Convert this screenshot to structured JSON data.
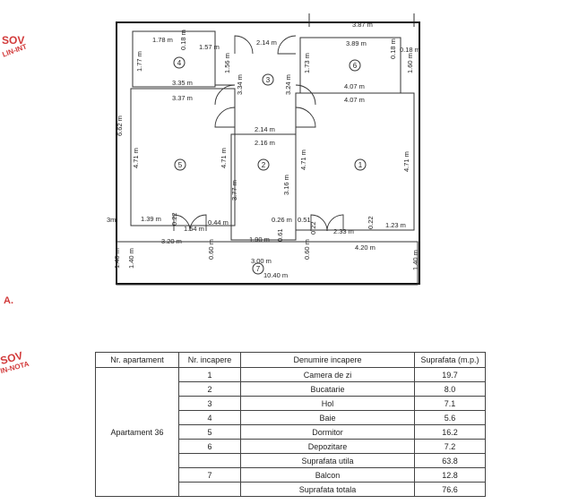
{
  "stamp": {
    "line1": "SOV",
    "line2": "LIN-INT",
    "line3": "A.",
    "line4": "SOV",
    "line5": "IN-NOTA"
  },
  "plan": {
    "rooms": [
      "1",
      "2",
      "3",
      "4",
      "5",
      "6",
      "7"
    ],
    "dims": {
      "top_right": "3.87 m",
      "r4_width": "1.78 m",
      "r4_inner": "1.57 m",
      "r4_small": "0.18 m",
      "r4_height": "1.77 m",
      "r4_door": "1.56 m",
      "hall_top": "2.14 m",
      "r6_width": "3.89 m",
      "r6_small": "0.18 m",
      "r6_small2": "0.18 m",
      "r6_right": "1.60 m",
      "r6_left": "1.73 m",
      "mid_left": "3.35 m",
      "mid_left2": "3.37 m",
      "hall_v1": "3.34 m",
      "hall_v2": "3.24 m",
      "mid_right": "4.07 m",
      "mid_right2": "4.07 m",
      "overall_h": "6.62 m",
      "hall_mid": "2.14 m",
      "r2_width": "2.16 m",
      "r5_h": "4.71 m",
      "r5_h2": "4.71 m",
      "r2_h": "3.77 m",
      "r2_h2": "3.16 m",
      "r1_h": "4.71 m",
      "r1_h2": "4.71 m",
      "left_m": "3m",
      "r5_bottom": "1.39 m",
      "d022a": "0.22",
      "d154": "1.54 m",
      "d044": "0.44 m",
      "d026": "0.26 m",
      "d051": "0.51",
      "d022b": "0.22",
      "d233": "2.33 m",
      "d022c": "0.22",
      "r1_bottom": "1.23 m",
      "bal_left": "3.20 m",
      "d061": "0.61",
      "r2_bottom": "1.90 m",
      "bal_right": "4.20 m",
      "v140a": "1.40 m",
      "v140b": "1.40 m",
      "v060a": "0.60 m",
      "v060b": "0.60 m",
      "v140c": "1.40 m",
      "bal_small": "3.00 m",
      "total_w": "10.40 m"
    }
  },
  "table": {
    "headers": [
      "Nr. apartament",
      "Nr. incapere",
      "Denumire incapere",
      "Suprafata (m.p.)"
    ],
    "apartment": "Apartament 36",
    "rows": [
      {
        "nr": "1",
        "name": "Camera de zi",
        "area": "19.7"
      },
      {
        "nr": "2",
        "name": "Bucatarie",
        "area": "8.0"
      },
      {
        "nr": "3",
        "name": "Hol",
        "area": "7.1"
      },
      {
        "nr": "4",
        "name": "Baie",
        "area": "5.6"
      },
      {
        "nr": "5",
        "name": "Dormitor",
        "area": "16.2"
      },
      {
        "nr": "6",
        "name": "Depozitare",
        "area": "7.2"
      },
      {
        "nr": "",
        "name": "Suprafata utila",
        "area": "63.8"
      },
      {
        "nr": "7",
        "name": "Balcon",
        "area": "12.8"
      },
      {
        "nr": "",
        "name": "Suprafata totala",
        "area": "76.6"
      }
    ]
  }
}
